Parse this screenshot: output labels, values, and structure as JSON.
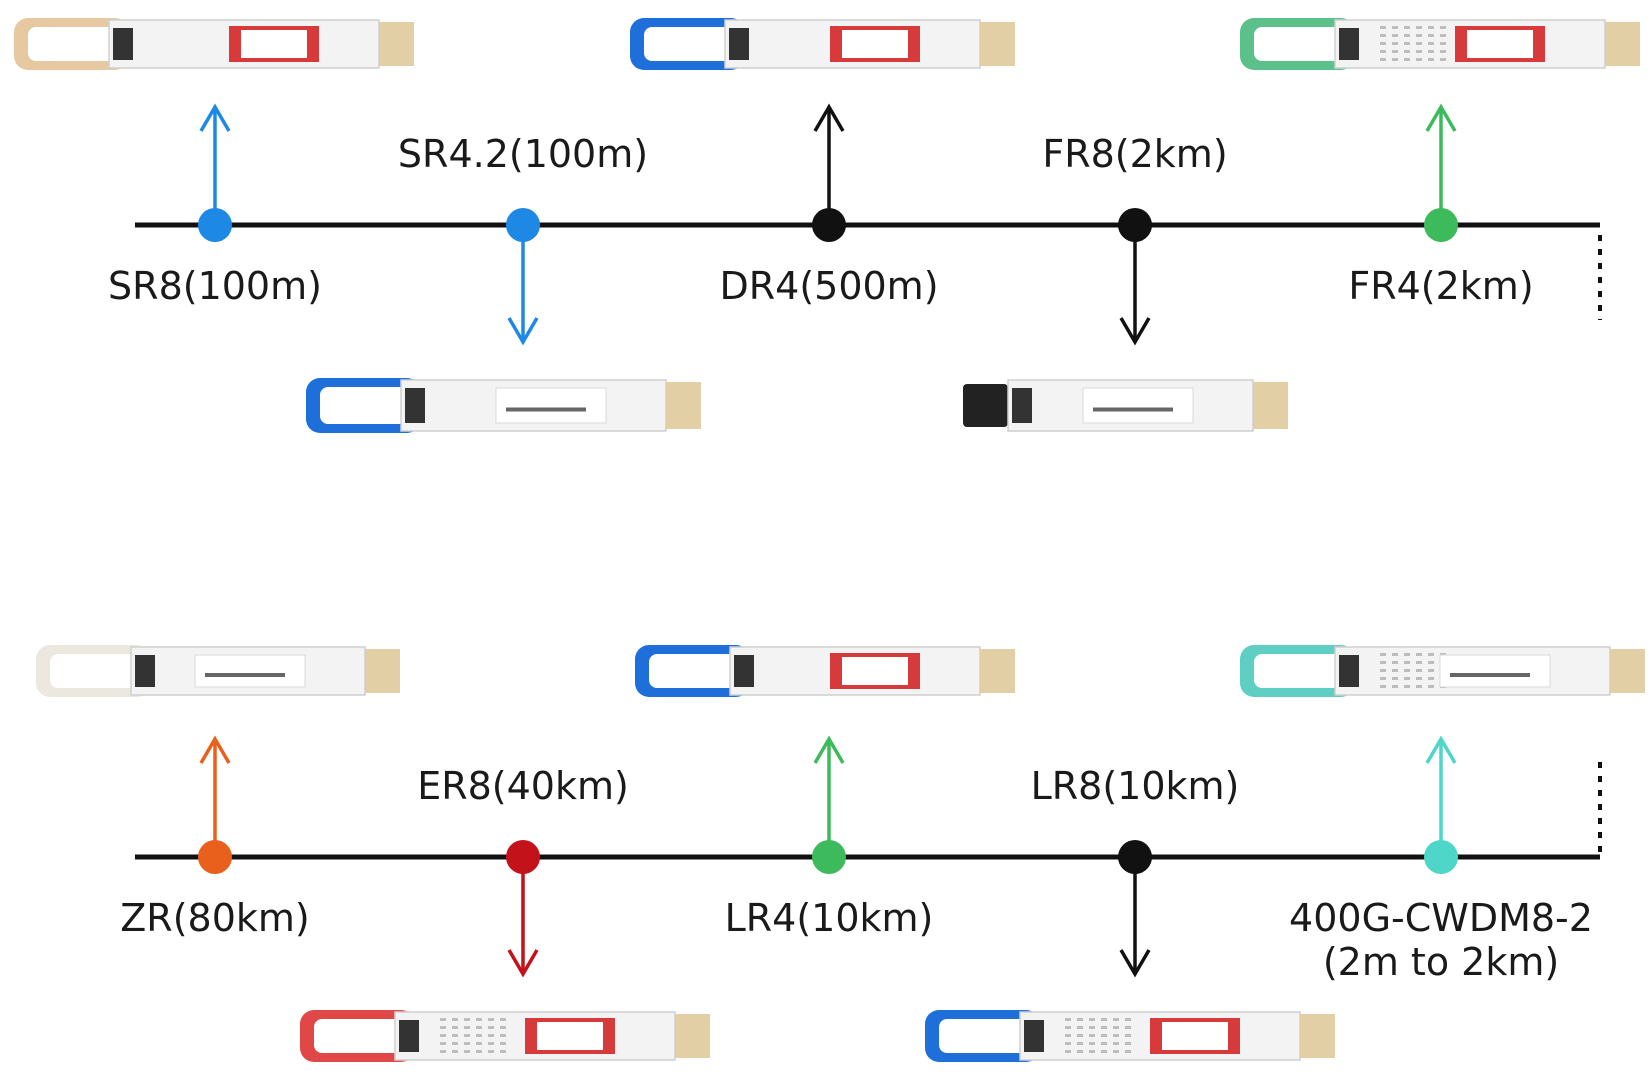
{
  "rows": [
    {
      "id": "row-top",
      "points": [
        {
          "label": "SR8(100m)",
          "color": "#1e88e5",
          "direction": "up",
          "module_color": "#e6c9a0",
          "module_type": "tan"
        },
        {
          "label": "SR4.2(100m)",
          "color": "#1e88e5",
          "direction": "down",
          "module_color": "#1e6fd9",
          "module_type": "blue"
        },
        {
          "label": "DR4(500m)",
          "color": "#111111",
          "direction": "up",
          "module_color": "#1e6fd9",
          "module_type": "blue"
        },
        {
          "label": "FR8(2km)",
          "color": "#111111",
          "direction": "down",
          "module_color": "#222222",
          "module_type": "black"
        },
        {
          "label": "FR4(2km)",
          "color": "#3dbb5c",
          "direction": "up",
          "module_color": "#5cc08a",
          "module_type": "green"
        }
      ]
    },
    {
      "id": "row-bottom",
      "points": [
        {
          "label": "ZR(80km)",
          "color": "#e8601c",
          "direction": "up",
          "module_color": "#ece8e0",
          "module_type": "white"
        },
        {
          "label": "ER8(40km)",
          "color": "#c4121a",
          "direction": "down",
          "module_color": "#e04848",
          "module_type": "red"
        },
        {
          "label": "LR4(10km)",
          "color": "#3dbb5c",
          "direction": "up",
          "module_color": "#1e6fd9",
          "module_type": "blue"
        },
        {
          "label": "LR8(10km)",
          "color": "#111111",
          "direction": "down",
          "module_color": "#1e6fd9",
          "module_type": "blue"
        },
        {
          "label": "400G-CWDM8-2\n(2m to 2km)",
          "color": "#4ed6c8",
          "direction": "up",
          "module_color": "#5fcfc4",
          "module_type": "teal"
        }
      ]
    }
  ],
  "colors": {
    "line": "#111111",
    "module_body": "#f3f3f3",
    "module_edge": "#cfcfcf",
    "label_red": "#d73a3a",
    "connector_tan": "#e3cfa5"
  }
}
